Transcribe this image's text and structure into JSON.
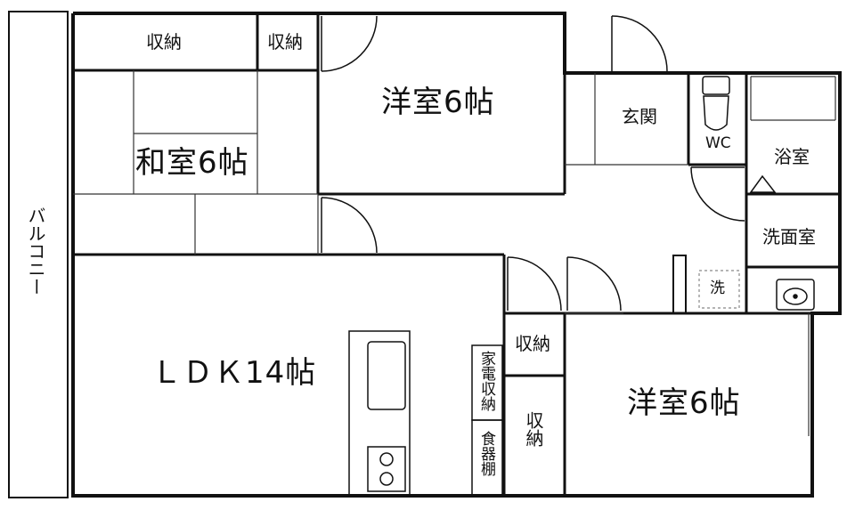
{
  "rooms": {
    "storage_top_left": "収納",
    "storage_top_small": "収納",
    "western_room_top": "洋室6帖",
    "japanese_room": "和室6帖",
    "entrance": "玄関",
    "wc": "WC",
    "bathroom": "浴室",
    "washroom": "洗面室",
    "washing_machine": "洗",
    "balcony": "バルコニー",
    "ldk": "ＬＤＫ14帖",
    "appliance_storage": "家電収納",
    "cupboard": "食器棚",
    "storage_middle": "収納",
    "storage_lower": "収納",
    "western_room_bottom": "洋室6帖"
  }
}
